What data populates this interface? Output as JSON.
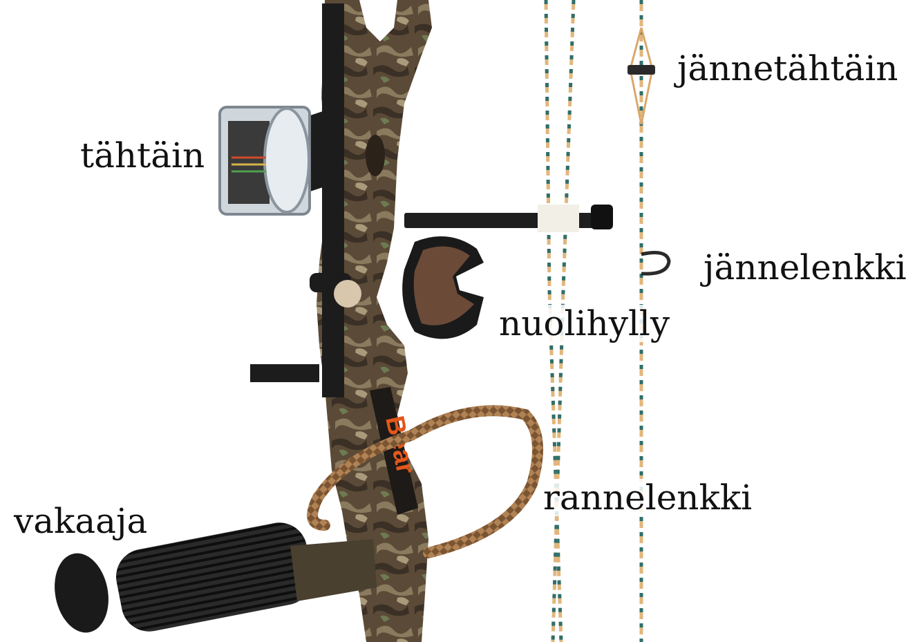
{
  "labels": {
    "string_sight": "jännetähtäin",
    "sight": "tähtäin",
    "d_loop": "jännelenkki",
    "arrow_rest": "nuolihylly",
    "wrist_sling": "rannelenkki",
    "stabilizer": "vakaaja"
  },
  "logo_text": "Bear",
  "colors": {
    "background": "#ffffff",
    "label_text": "#111111",
    "string_tan": "#e2b67c",
    "string_teal": "#2f6f6a",
    "riser_camo": "#5a4a36",
    "stabilizer_black": "#1c1c1c",
    "sling_brown": "#9b6b3d",
    "logo_orange": "#e2571b"
  }
}
